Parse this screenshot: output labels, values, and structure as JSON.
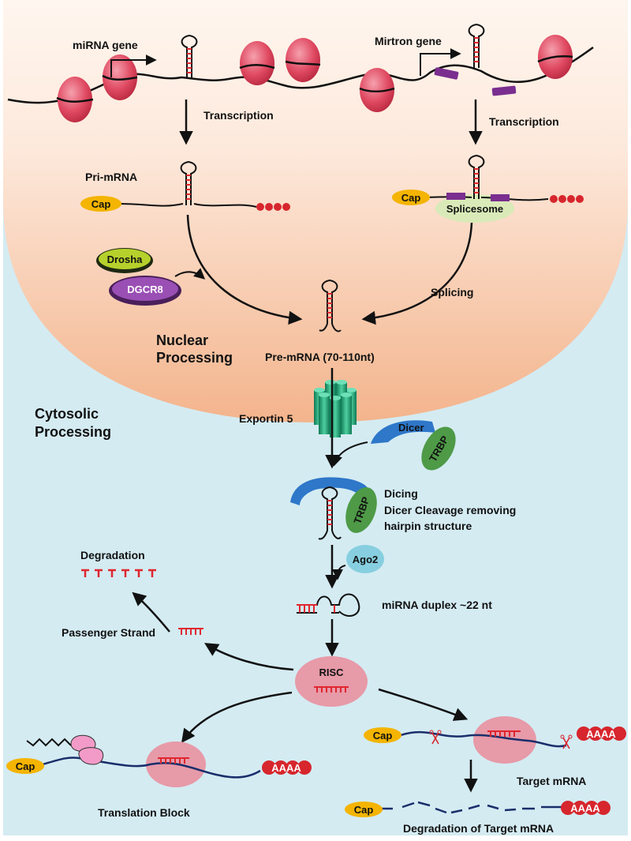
{
  "colors": {
    "nucleus_top": "#fde9dc",
    "nucleus_bottom": "#f3b690",
    "cytosol": "#d4ebf2",
    "nucleosome": "#e04a62",
    "hairpin": "#e0262f",
    "mirtron_exon": "#7a2e8f",
    "cap": "#f4b400",
    "mrna": "#1a2e6b",
    "polyA": "#d7262d",
    "dicer": "#2e77c9",
    "trbp": "#4e9a47",
    "ago2": "#87cfe0",
    "exportin": "#1eaa7a",
    "risc": "#e79aa8",
    "splicesome": "#d9eab8",
    "drosha": "#b6d12c",
    "dgcr8": "#9a4fb5",
    "ribosome": "#f29bc8"
  },
  "labels": {
    "mirna_gene": "miRNA gene",
    "mirtron_gene": "Mirtron gene",
    "transcription_left": "Transcription",
    "transcription_right": "Transcription",
    "pri_mrna": "Pri-mRNA",
    "cap": "Cap",
    "polya": "AAAA",
    "splicesome": "Splicesome",
    "drosha": "Drosha",
    "dgcr8": "DGCR8",
    "splicing": "Splicing",
    "nuclear_processing_1": "Nuclear",
    "nuclear_processing_2": "Processing",
    "pre_mrna": "Pre-mRNA (70-110nt)",
    "cytosolic_processing_1": "Cytosolic",
    "cytosolic_processing_2": "Processing",
    "exportin": "Exportin 5",
    "dicer": "Dicer",
    "trbp": "TRBP",
    "dicing_1": "Dicing",
    "dicing_2": "Dicer Cleavage removing",
    "dicing_3": "hairpin structure",
    "ago2": "Ago2",
    "degradation": "Degradation",
    "mirna_duplex": "miRNA duplex ~22 nt",
    "passenger_strand": "Passenger Strand",
    "risc": "RISC",
    "translation_block": "Translation Block",
    "target_mrna": "Target mRNA",
    "degradation_target": "Degradation of Target mRNA"
  }
}
